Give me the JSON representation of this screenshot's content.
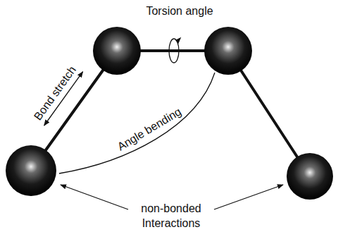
{
  "diagram": {
    "labels": [
      "Torsion angle",
      "Bond stretch",
      "Angle bending",
      "non-bonded Interactions"
    ]
  }
}
